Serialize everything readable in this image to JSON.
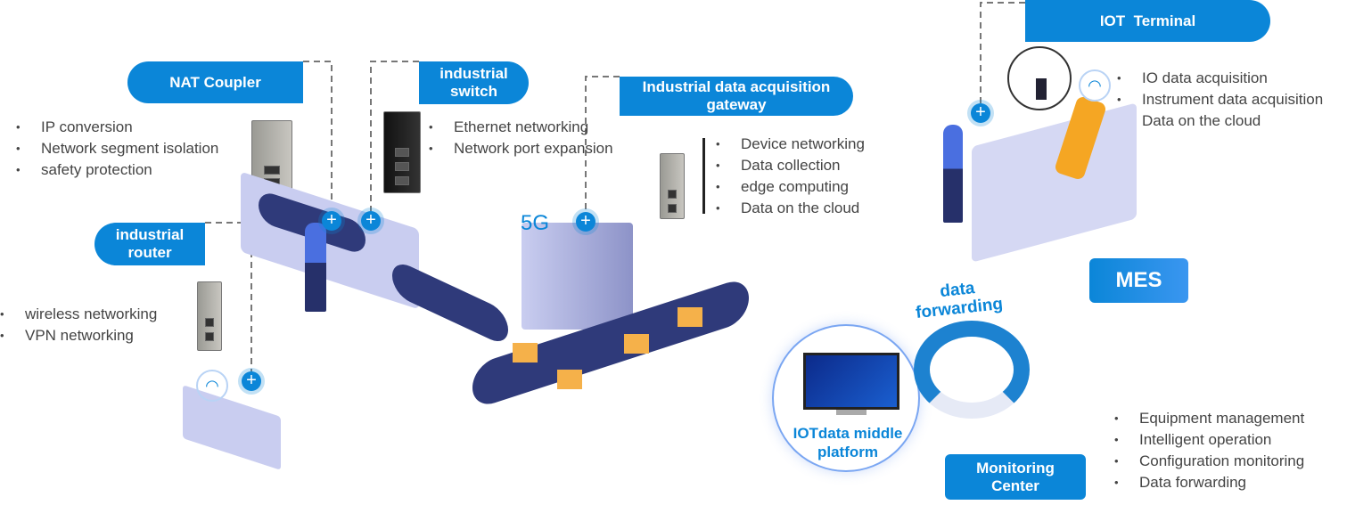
{
  "nodes": {
    "nat_coupler": {
      "label": "NAT Coupler",
      "features": [
        "IP conversion",
        "Network segment isolation",
        "safety protection"
      ]
    },
    "industrial_switch": {
      "label": "industrial switch",
      "features": [
        "Ethernet networking",
        "Network port expansion"
      ]
    },
    "gateway": {
      "label": "Industrial data acquisition gateway",
      "features": [
        "Device networking",
        "Data collection",
        "edge computing",
        "Data on the cloud"
      ]
    },
    "industrial_router": {
      "label": "industrial router",
      "features": [
        "wireless networking",
        "VPN networking"
      ]
    },
    "iot_terminal": {
      "label": "IOT  Terminal",
      "features": [
        "IO data acquisition",
        "Instrument data acquisition",
        "Data on the cloud"
      ]
    },
    "mes": {
      "label": "MES"
    },
    "data_forwarding": {
      "label": "data forwarding"
    },
    "platform": {
      "label": "IOTdata middle platform"
    },
    "monitoring_center": {
      "label": "Monitoring Center",
      "features": [
        "Equipment management",
        "Intelligent operation",
        "Configuration monitoring",
        "Data forwarding"
      ]
    },
    "five_g": {
      "label": "5G"
    }
  },
  "colors": {
    "accent": "#0b86d8",
    "text": "#444444",
    "machine": "#c9cdf0",
    "conveyor": "#2f3a7a",
    "box": "#f5b14a"
  }
}
